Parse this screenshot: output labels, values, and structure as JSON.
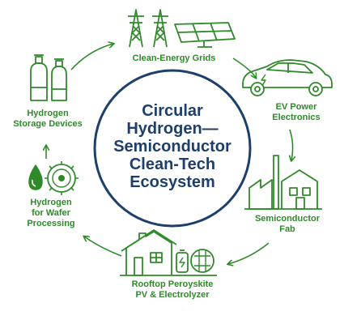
{
  "center": {
    "title_lines": [
      "Circular",
      "Hydrogen—",
      "Semiconductor",
      "Clean-Tech",
      "Ecosystem"
    ]
  },
  "nodes": [
    {
      "id": "grids",
      "lines": [
        "Clean-Energy Grids"
      ],
      "icon": "power-tower-solar-panel-icon"
    },
    {
      "id": "ev",
      "lines": [
        "EV Power",
        "Electronics"
      ],
      "icon": "electric-car-icon"
    },
    {
      "id": "fab",
      "lines": [
        "Semiconductor",
        "Fab"
      ],
      "icon": "factory-icon"
    },
    {
      "id": "rooftop",
      "lines": [
        "Rooftop Peroyskite",
        "PV & Electrolyzer"
      ],
      "icon": "house-battery-panel-icon"
    },
    {
      "id": "wafer",
      "lines": [
        "Hydrogen",
        "for Wafer",
        "Processing"
      ],
      "icon": "droplet-wafer-icon"
    },
    {
      "id": "storage",
      "lines": [
        "Hydrogen",
        "Storage Devices"
      ],
      "icon": "gas-tanks-icon"
    }
  ],
  "colors": {
    "green": "#2f8a2a",
    "navy": "#1e3f6b"
  }
}
